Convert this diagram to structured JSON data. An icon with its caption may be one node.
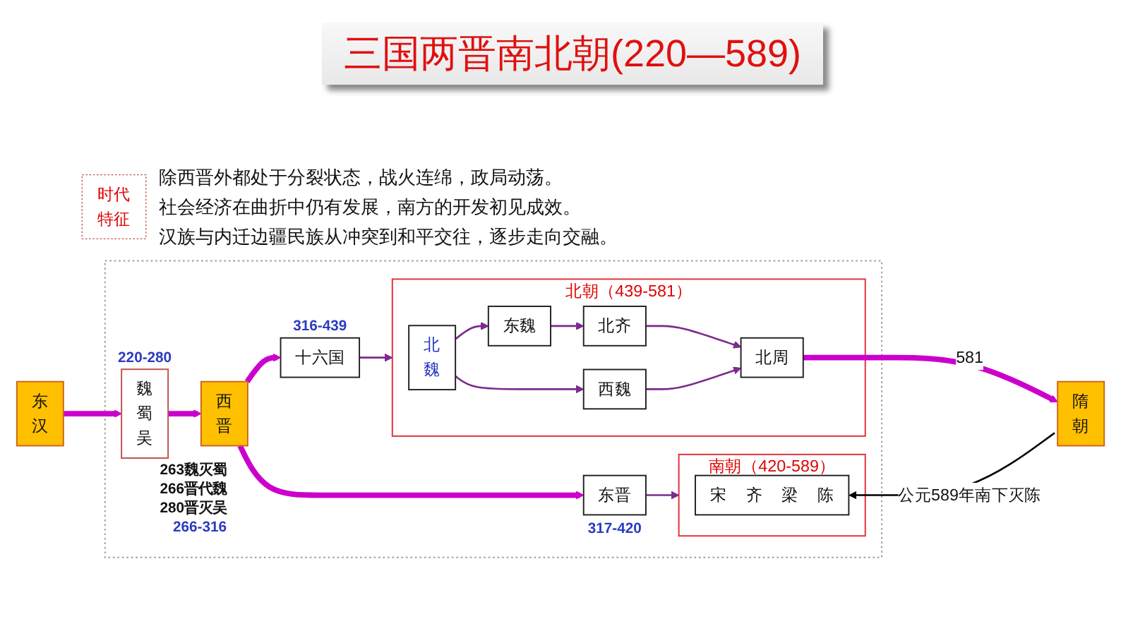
{
  "diagram": {
    "title": "三国两晋南北朝(220—589)",
    "nodes": [
      {
        "text": [
          "时代特征"
        ],
        "beside": [
          "除西晋外都处于分裂状态，战火连绵，政局动荡。",
          "社会经济在曲折中仍有发展，南方的开发初见成效。",
          "汉族与内迁边疆民族从冲突到和平交往，逐步走向交融。"
        ]
      },
      {
        "text": [
          "东汉"
        ]
      },
      {
        "text": [],
        "shape": "box"
      },
      {
        "text": [
          "魏蜀吴"
        ],
        "in": 2,
        "beside": [
          "220-280"
        ]
      },
      {
        "text": [
          "西晋"
        ],
        "in": 2,
        "beside": [
          "263魏灭蜀",
          "266晋代魏",
          "280晋灭吴",
          "266-316"
        ]
      },
      {
        "text": [
          "十六国"
        ],
        "in": 2,
        "beside": [
          "316-439"
        ]
      },
      {
        "text": [
          "东晋"
        ],
        "in": 2,
        "beside": [
          "317-420"
        ]
      },
      {
        "text": [
          "北朝（439-581）"
        ],
        "in": 2
      },
      {
        "text": [
          "北魏"
        ],
        "in": 7
      },
      {
        "text": [
          "东魏"
        ],
        "in": 7
      },
      {
        "text": [
          "北齐"
        ],
        "in": 7
      },
      {
        "text": [
          "西魏"
        ],
        "in": 7
      },
      {
        "text": [
          "北周"
        ],
        "in": 7
      },
      {
        "text": [
          "南朝（420-589）"
        ],
        "in": 2
      },
      {
        "text": [
          "宋 齐 梁 陈"
        ],
        "in": 13
      },
      {
        "text": [
          "隋朝"
        ]
      }
    ],
    "edges": [
      {
        "from": 1,
        "to": 3,
        "arrow": "to",
        "style": "thick",
        "color": "#cc00cc"
      },
      {
        "from": 3,
        "to": 4,
        "arrow": "to",
        "style": "thick",
        "color": "#cc00cc"
      },
      {
        "from": 4,
        "to": 5,
        "arrow": "to",
        "style": "thick",
        "color": "#cc00cc"
      },
      {
        "from": 4,
        "to": 6,
        "arrow": "to",
        "style": "thick",
        "color": "#cc00cc"
      },
      {
        "from": 5,
        "to": 7,
        "arrow": "to"
      },
      {
        "from": 6,
        "to": 13,
        "arrow": "to"
      },
      {
        "from": 8,
        "to": 9,
        "arrow": "to"
      },
      {
        "from": 8,
        "to": 11,
        "arrow": "to"
      },
      {
        "from": 9,
        "to": 10,
        "arrow": "to"
      },
      {
        "from": 10,
        "to": 12,
        "arrow": "to"
      },
      {
        "from": 11,
        "to": 12,
        "arrow": "to"
      },
      {
        "from": 12,
        "to": 15,
        "arrow": "to",
        "label": "581",
        "style": "thick",
        "color": "#cc00cc"
      },
      {
        "from": 15,
        "to": 14,
        "arrow": "to",
        "label": "公元589年南下灭陈",
        "color": "#000000"
      }
    ]
  }
}
